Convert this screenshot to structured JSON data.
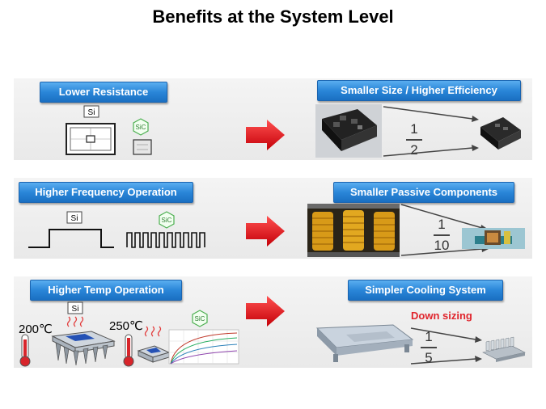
{
  "title": "Benefits at the System Level",
  "rows": [
    {
      "left_label": "Lower Resistance",
      "right_label": "Smaller Size / Higher Efficiency",
      "ratio_num": "1",
      "ratio_den": "2",
      "si": "Si",
      "sic": "SiC"
    },
    {
      "left_label": "Higher Frequency Operation",
      "right_label": "Smaller Passive Components",
      "ratio_num": "1",
      "ratio_den": "10",
      "si": "Si",
      "sic": "SiC"
    },
    {
      "left_label": "Higher Temp Operation",
      "right_label": "Simpler Cooling System",
      "ratio_num": "1",
      "ratio_den": "5",
      "si": "Si",
      "sic": "SiC",
      "temp_si": "200℃",
      "temp_sic": "250℃",
      "down_sizing": "Down sizing"
    }
  ],
  "colors": {
    "button": "#2a86d8",
    "arrow": "#e8141c",
    "down_sizing": "#e0242c"
  }
}
